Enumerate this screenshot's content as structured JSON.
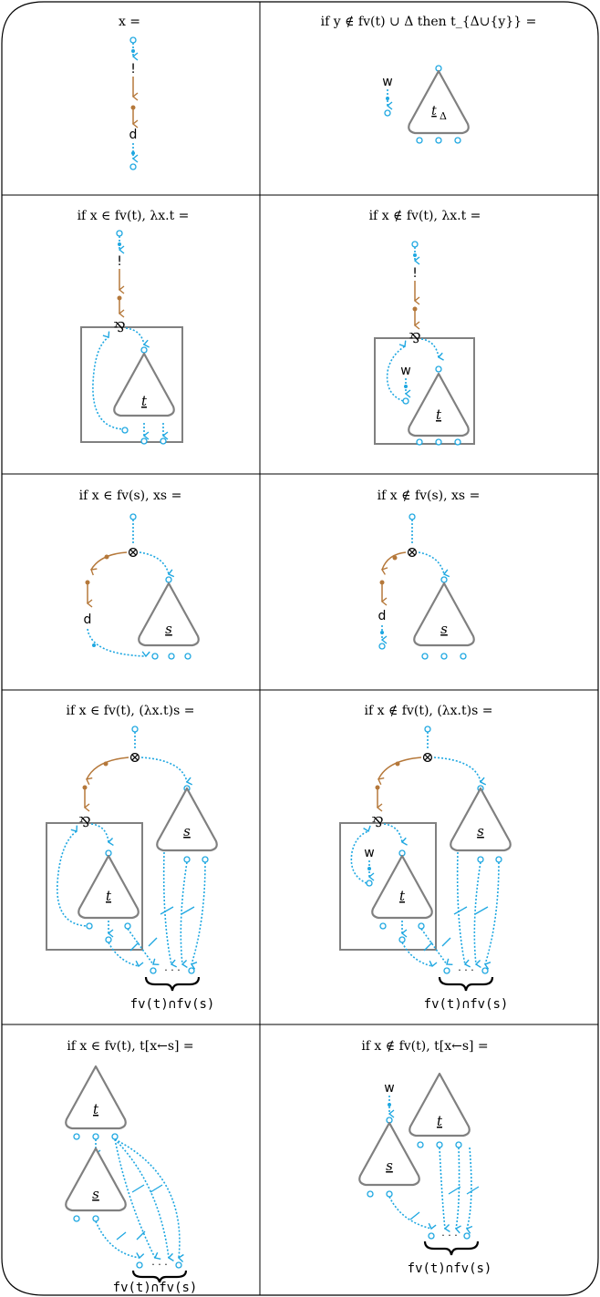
{
  "colors": {
    "blue": "#1ea7e1",
    "brown": "#b5783a",
    "gray": "#808080",
    "frame": "#000000"
  },
  "cells": [
    {
      "id": "var",
      "caption": "x ="
    },
    {
      "id": "weak",
      "caption": "if y ∉ fv(t) ∪ Δ then t_{Δ∪{y}} ="
    },
    {
      "id": "lam-in",
      "caption": "if x ∈ fv(t), λx.t ="
    },
    {
      "id": "lam-out",
      "caption": "if x ∉ fv(t), λx.t ="
    },
    {
      "id": "app-in",
      "caption": "if x ∈ fv(s), xs ="
    },
    {
      "id": "app-out",
      "caption": "if x ∉ fv(s), xs ="
    },
    {
      "id": "beta-in",
      "caption": "if x ∈ fv(t), (λx.t)s ="
    },
    {
      "id": "beta-out",
      "caption": "if x ∉ fv(t), (λx.t)s ="
    },
    {
      "id": "es-in",
      "caption": "if x ∈ fv(t), t[x←s] ="
    },
    {
      "id": "es-out",
      "caption": "if x ∉ fv(t), t[x←s] ="
    }
  ],
  "labels": {
    "bang": "!",
    "der": "d",
    "weak": "w",
    "par": "⅋",
    "tensor": "⊗",
    "t": "t",
    "s": "s",
    "t_delta": "t",
    "delta": "Δ",
    "dots": "· · ·",
    "fv_intersection": "fv(t)∩fv(s)"
  }
}
